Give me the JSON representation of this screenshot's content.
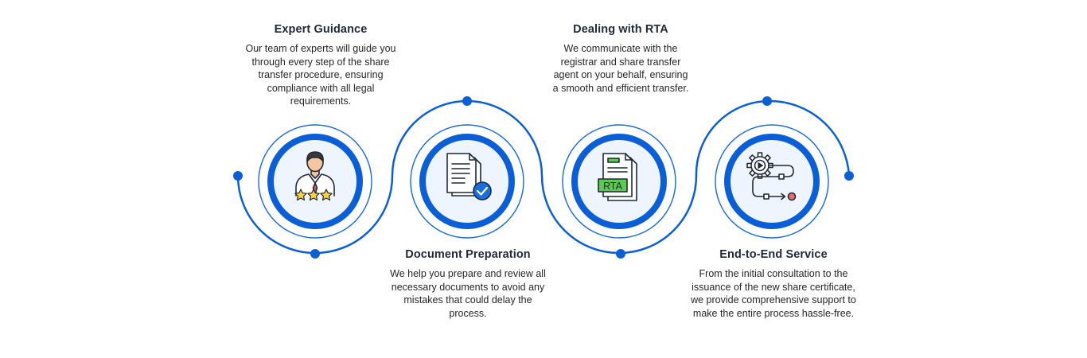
{
  "colors": {
    "accent": "#0a5fd9",
    "ring_light": "#1667de",
    "inner_fill": "#eef5ff",
    "star": "#ffd43b",
    "rta_green": "#5ec94f",
    "checkmark_badge": "#1a6fe0",
    "node_dot": "#f06a6a"
  },
  "steps": [
    {
      "title": "Expert Guidance",
      "description": "Our team of experts will guide you through every step of the share transfer procedure, ensuring compliance with all legal requirements.",
      "icon": "expert-with-stars-icon"
    },
    {
      "title": "Document Preparation",
      "description": "We help you prepare and review all necessary documents to avoid any mistakes that could delay the process.",
      "icon": "document-check-icon"
    },
    {
      "title": "Dealing with RTA",
      "description": "We communicate with the registrar and share transfer agent on your behalf, ensuring a smooth and efficient transfer.",
      "icon": "rta-document-icon",
      "icon_label": "RTA"
    },
    {
      "title": "End-to-End Service",
      "description": "From the initial consultation to the issuance of the new share certificate, we provide comprehensive support to make the entire process hassle-free.",
      "icon": "gear-workflow-icon"
    }
  ]
}
